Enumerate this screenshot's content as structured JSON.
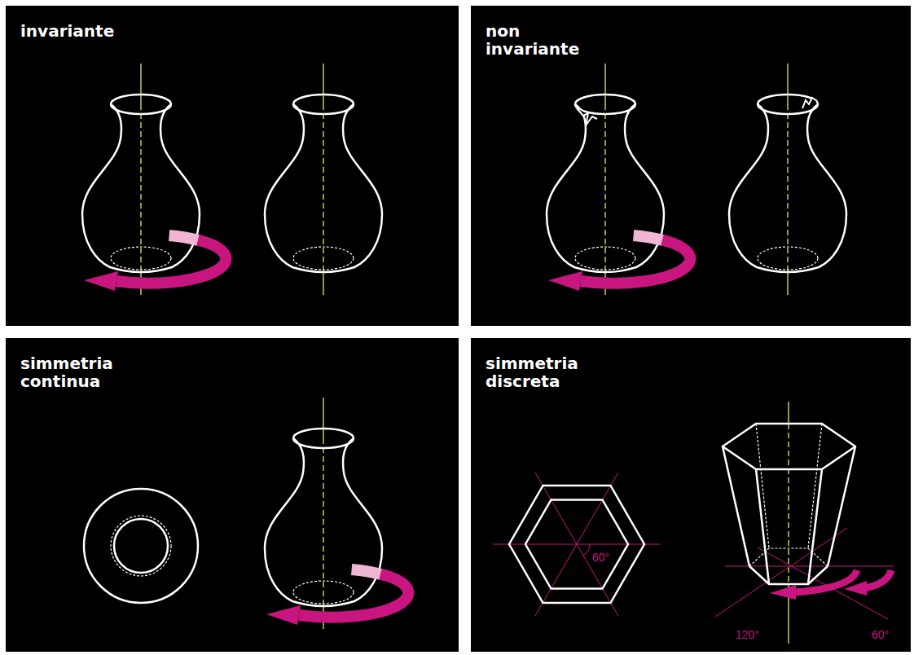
{
  "diagram": {
    "nodes": [
      {
        "text": [
          "invariante"
        ]
      },
      {
        "text": [
          "non invariante"
        ]
      },
      {
        "text": [
          "simmetria continua"
        ]
      },
      {
        "text": [
          "simmetria discreta"
        ]
      }
    ],
    "labels": [
      "60°",
      "120°",
      "60°"
    ]
  }
}
